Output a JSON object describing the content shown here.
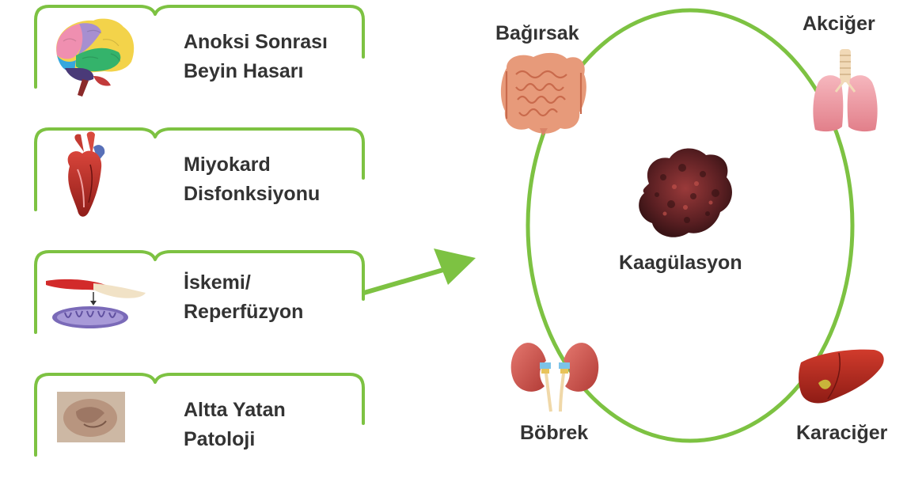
{
  "causes": [
    {
      "line1": "Anoksi Sonrası",
      "line2": "Beyin Hasarı",
      "icon": "brain-icon"
    },
    {
      "line1": "Miyokard",
      "line2": "Disfonksiyonu",
      "icon": "heart-icon"
    },
    {
      "line1": "İskemi/",
      "line2": "Reperfüzyon",
      "icon": "mitochondria-icon"
    },
    {
      "line1": "Altta Yatan",
      "line2": "Patoloji",
      "icon": "tissue-icon"
    }
  ],
  "cycle": {
    "center_label": "Kaagülasyon",
    "organs": {
      "intestine": "Bağırsak",
      "lung": "Akciğer",
      "kidney": "Böbrek",
      "liver": "Karaciğer"
    }
  },
  "colors": {
    "accent_green": "#7dc242",
    "text": "#333333"
  }
}
